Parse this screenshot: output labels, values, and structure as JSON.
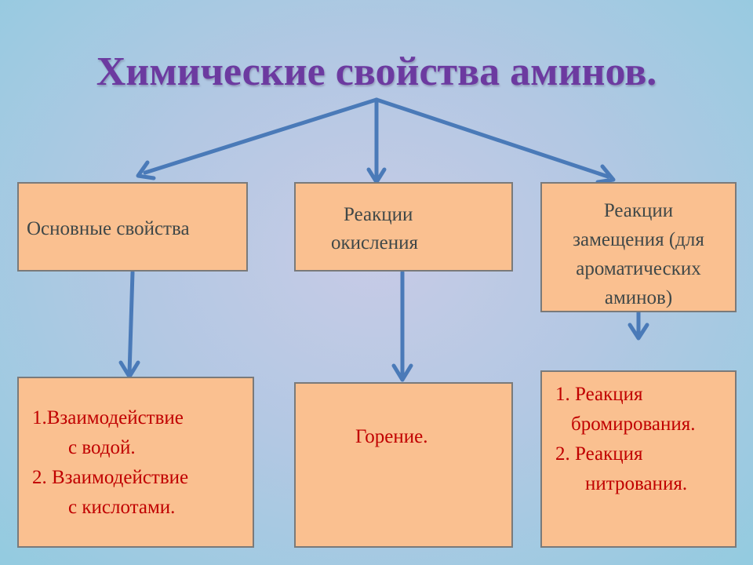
{
  "title": "Химические свойства аминов.",
  "categories": [
    {
      "lines": [
        "Основные свойства"
      ]
    },
    {
      "lines": [
        "Реакции",
        "окисления"
      ]
    },
    {
      "lines": [
        "Реакции",
        "замещения (для",
        "ароматических",
        "аминов)"
      ]
    }
  ],
  "details": [
    {
      "lines": [
        "1.Взаимодействие",
        "с водой.",
        "2. Взаимодействие",
        "с кислотами."
      ]
    },
    {
      "lines": [
        "Горение."
      ]
    },
    {
      "lines": [
        "1. Реакция",
        "бромирования.",
        "2. Реакция",
        "нитрования."
      ]
    }
  ],
  "colors": {
    "title": "#6c3aa0",
    "box_fill": "#fac090",
    "category_text": "#404848",
    "detail_text": "#c00000",
    "arrow": "#4a7ab8"
  }
}
